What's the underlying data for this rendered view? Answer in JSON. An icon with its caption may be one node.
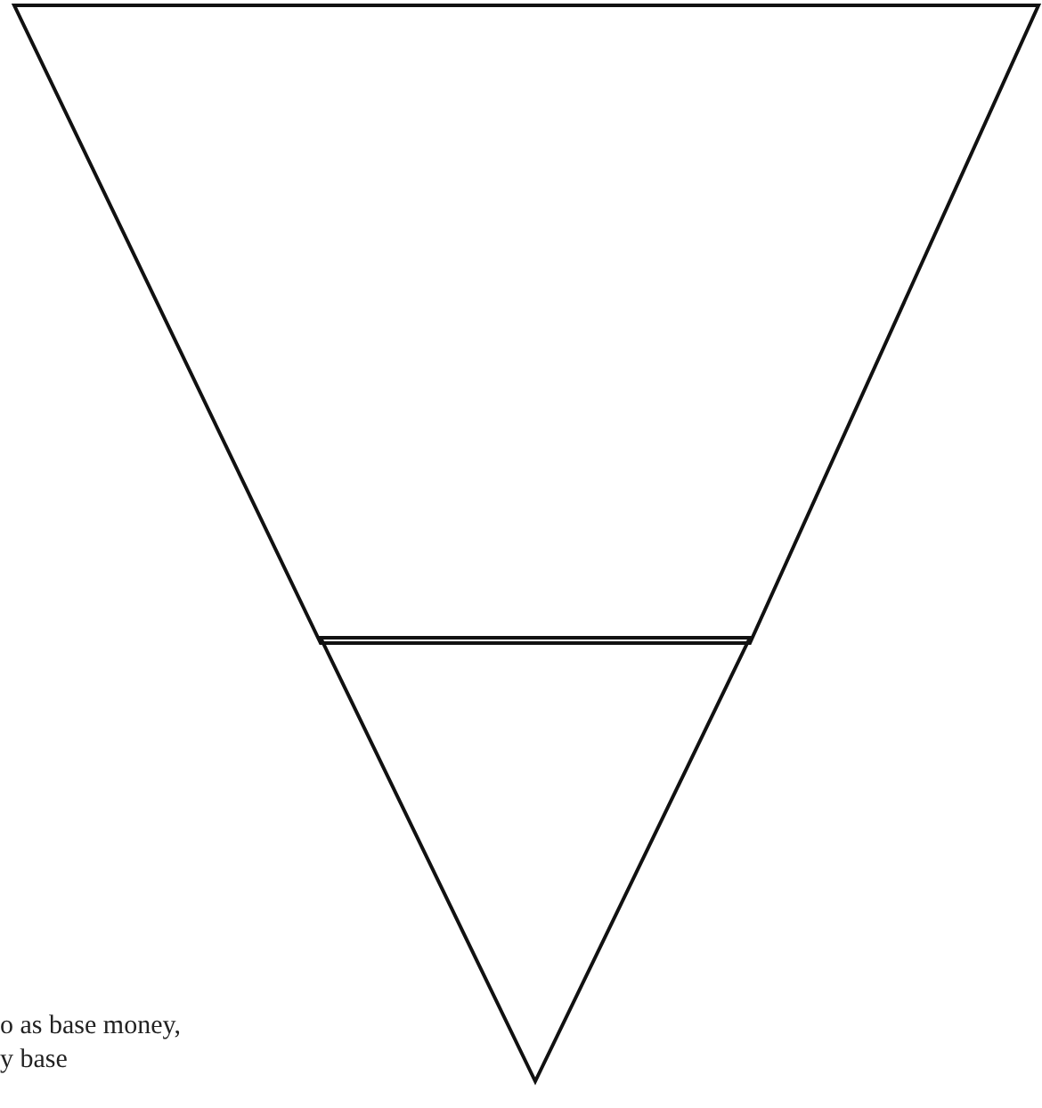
{
  "diagram": {
    "nodes": [
      {
        "text": [],
        "shape": "trapezoid"
      },
      {
        "text": [],
        "shape": "triangle"
      }
    ],
    "labels": [
      "o as base money,",
      "y base"
    ]
  }
}
